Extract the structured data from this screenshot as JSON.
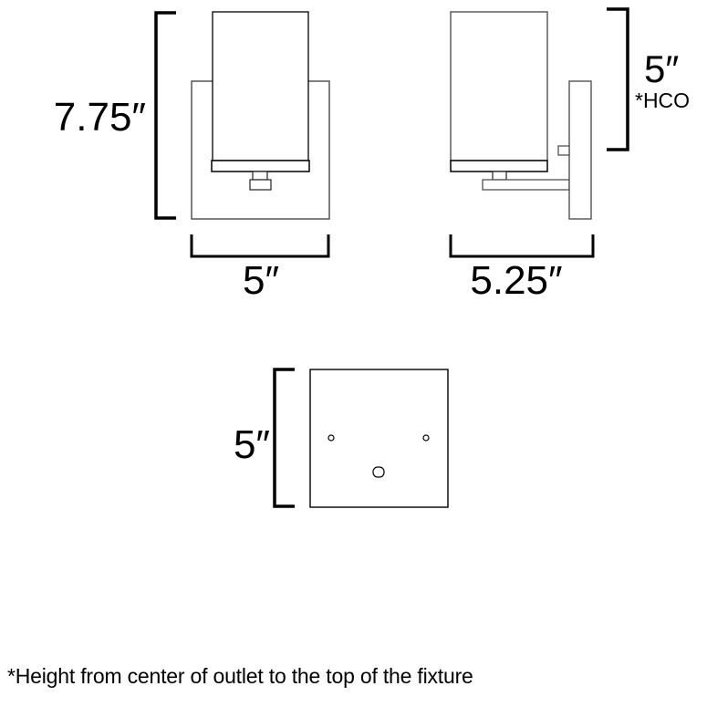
{
  "front_view": {
    "height_label": "7.75″",
    "width_label": "5″"
  },
  "side_view": {
    "hco_value_label": "5″",
    "hco_tag": "*HCO",
    "depth_label": "5.25″"
  },
  "backplate_view": {
    "height_label": "5″"
  },
  "footnote": "*Height from center of outlet to the top of the fixture",
  "colors": {
    "line": "#000000",
    "line_gray": "#555555",
    "background": "#ffffff"
  }
}
